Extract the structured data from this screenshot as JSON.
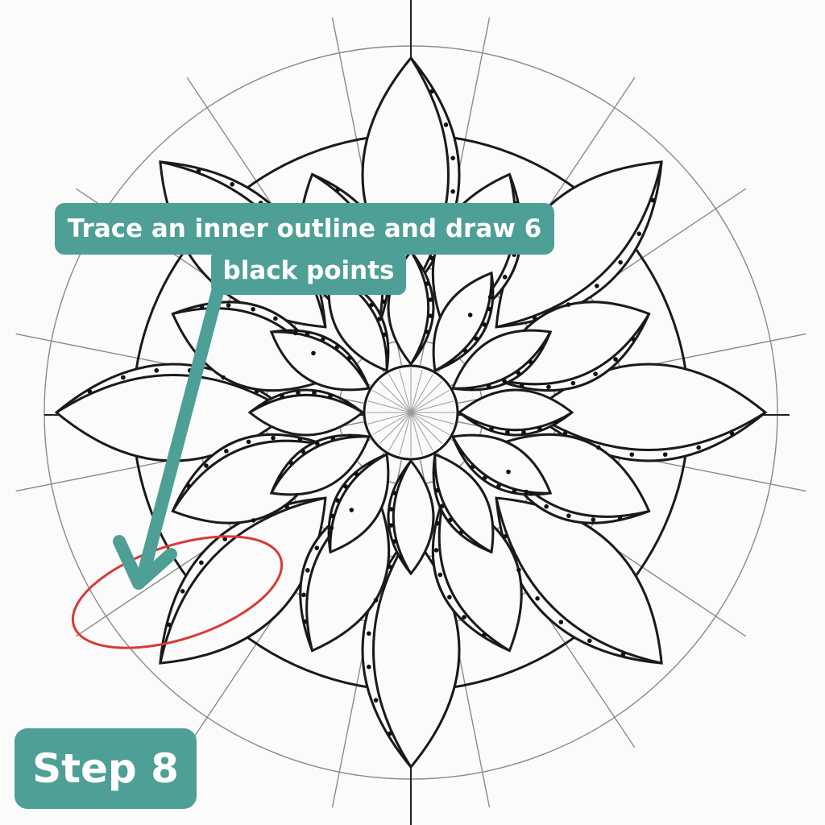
{
  "instruction": {
    "line1": "Trace an inner outline and draw 6",
    "line2": "black points"
  },
  "step_label": "Step 8",
  "colors": {
    "accent": "#4e9f96",
    "highlight_circle": "#d93a32",
    "ink": "#1a1a1a",
    "pencil": "#8a8a8a",
    "paper": "#fbfbfb"
  },
  "icons": [
    "arrow-pointer-icon",
    "highlight-ellipse-icon",
    "mandala-drawing"
  ]
}
